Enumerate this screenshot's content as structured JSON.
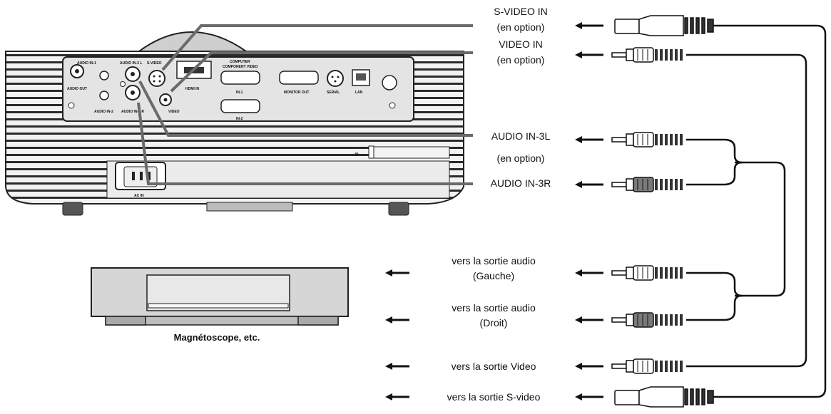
{
  "diagram": {
    "connection_labels": [
      {
        "id": "svideo-in",
        "line1": "S-VIDEO IN",
        "line2": "(en option)"
      },
      {
        "id": "video-in",
        "line1": "VIDEO IN",
        "line2": "(en option)"
      },
      {
        "id": "audio-in-3l",
        "line1": "AUDIO IN-3L"
      },
      {
        "id": "en-option",
        "line1": "(en option)"
      },
      {
        "id": "audio-in-3r",
        "line1": "AUDIO IN-3R"
      }
    ],
    "output_labels": [
      {
        "id": "audio-left-out",
        "line1": "vers la sortie audio",
        "line2": "(Gauche)"
      },
      {
        "id": "audio-right-out",
        "line1": "vers la sortie audio",
        "line2": "(Droit)"
      },
      {
        "id": "video-out",
        "line1": "vers la sortie Video"
      },
      {
        "id": "svideo-out",
        "line1": "vers la sortie S-video"
      }
    ],
    "device_caption": "Magnétoscope, etc.",
    "panel_labels": {
      "audio_in1": "AUDIO IN-1",
      "audio_in3l": "AUDIO IN-3 L",
      "svideo": "S-VIDEO",
      "audio_out": "AUDIO OUT",
      "audio_in2": "AUDIO IN-2",
      "audio_in3r": "AUDIO IN-3 R",
      "video": "VIDEO",
      "hdmi_in": "HDMI IN",
      "computer_line1": "COMPUTER",
      "computer_line2": "COMPONENT VIDEO",
      "in1": "IN-1",
      "in2": "IN-2",
      "monitor_out": "MONITOR OUT",
      "serial": "SERIAL",
      "lan": "LAN",
      "ac_in": "AC IN"
    }
  }
}
